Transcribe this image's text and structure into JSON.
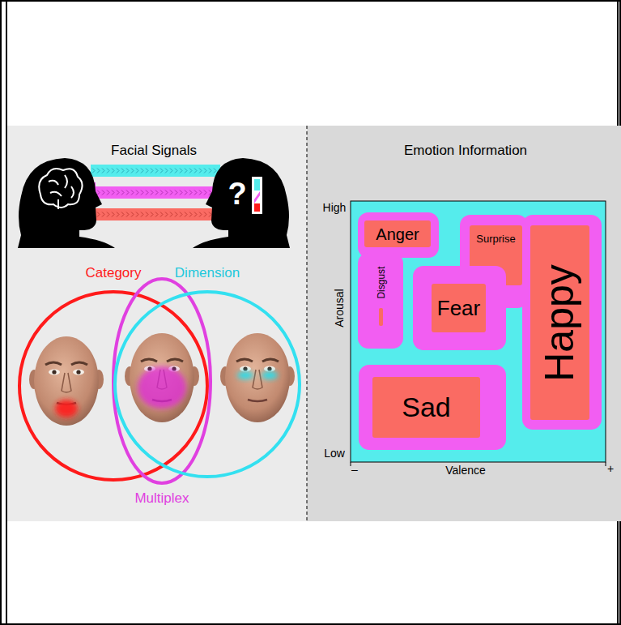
{
  "diagram": {
    "nodes": [
      {
        "text": [
          "Category"
        ]
      },
      {
        "text": [
          "Multiplex"
        ]
      },
      {
        "text": [
          "Dimension"
        ]
      },
      {
        "text": [
          "Anger"
        ]
      },
      {
        "text": [
          "Surprise"
        ]
      },
      {
        "text": [
          "Happy"
        ]
      },
      {
        "text": [
          "Disgust"
        ]
      },
      {
        "text": [
          "Fear"
        ]
      },
      {
        "text": [
          "Sad"
        ]
      }
    ],
    "labels": [
      "Facial Signals",
      "?",
      "Emotion Information",
      "High",
      "Arousal",
      "Low",
      "Valence",
      "–",
      "+"
    ]
  }
}
